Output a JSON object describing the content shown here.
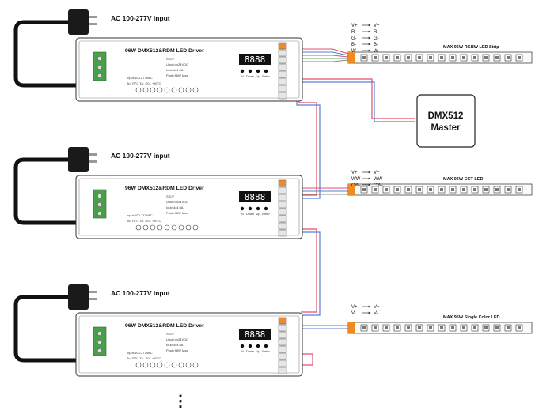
{
  "drivers": [
    {
      "input_label": "AC 100-277V input",
      "title": "96W DMX512&RDM LED Driver",
      "spec_lines": [
        "SELV",
        "Uout=4x24VDC",
        "Iout=4x4.0A",
        "Pout=96W Max",
        "Input:100-277VAC",
        "Tc=75°C  Ta: -20 - +50°C"
      ],
      "digits": "8888",
      "buttons": [
        "M",
        "Down",
        "Up",
        "Enter"
      ]
    },
    {
      "input_label": "AC 100-277V input",
      "title": "96W DMX512&RDM LED Driver",
      "spec_lines": [
        "SELV",
        "Uout=4x24VDC",
        "Iout=4x4.0A",
        "Pout=96W Max",
        "Input:100-277VAC",
        "Tc=75°C  Ta: -20 - +50°C"
      ],
      "digits": "8888",
      "buttons": [
        "M",
        "Down",
        "Up",
        "Enter"
      ]
    },
    {
      "input_label": "AC 100-277V input",
      "title": "96W DMX512&RDM LED Driver",
      "spec_lines": [
        "SELV",
        "Uout=4x24VDC",
        "Iout=4x4.0A",
        "Pout=96W Max",
        "Input:100-277VAC",
        "Tc=75°C  Ta: -20 - +50°C"
      ],
      "digits": "8888",
      "buttons": [
        "M",
        "Down",
        "Up",
        "Enter"
      ]
    }
  ],
  "strips": [
    {
      "title": "MAX 96W RGBW LED Strip",
      "mapping": [
        [
          "V+",
          "V+"
        ],
        [
          "R-",
          "R-"
        ],
        [
          "G-",
          "G-"
        ],
        [
          "B-",
          "B-"
        ],
        [
          "W-",
          "W-"
        ]
      ]
    },
    {
      "title": "MAX 96W CCT LED",
      "mapping": [
        [
          "V+",
          "V+"
        ],
        [
          "WW-",
          "WW-"
        ],
        [
          "CW-",
          "CW-"
        ]
      ]
    },
    {
      "title": "MAX 96W Single Color LED",
      "mapping": [
        [
          "V+",
          "V+"
        ],
        [
          "V-",
          "V-"
        ]
      ]
    }
  ],
  "master": {
    "line1": "DMX512",
    "line2": "Master"
  },
  "continuation": "⋮"
}
